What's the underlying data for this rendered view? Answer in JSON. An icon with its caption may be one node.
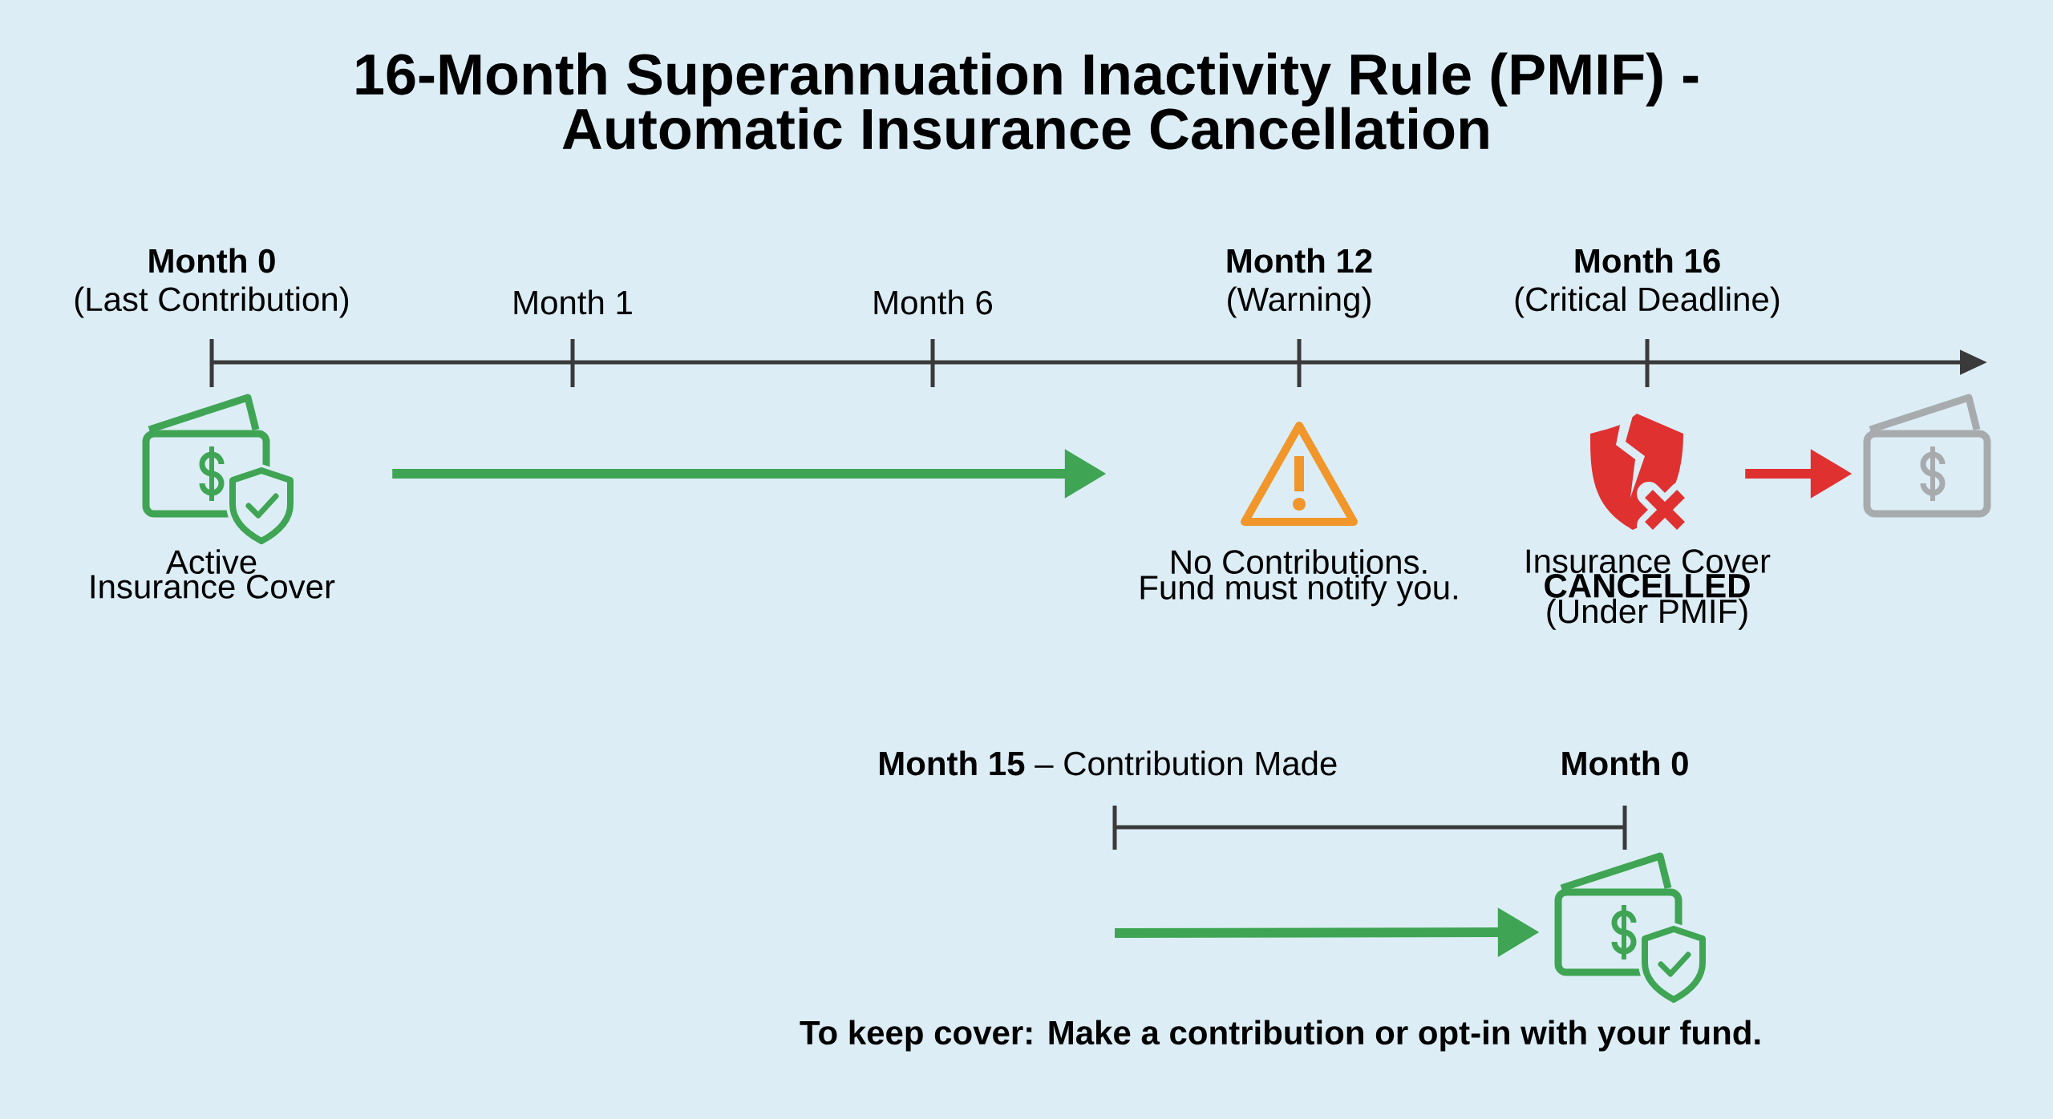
{
  "diagram": {
    "title": "16-Month Superannuation Inactivity Rule (PMIF) - Automatic Insurance Cancellation",
    "nodes": [
      {
        "text": [
          "Active Insurance Cover"
        ]
      },
      {
        "text": [
          "No Contributions. Fund must notify you."
        ]
      },
      {
        "text": [
          "Insurance Cover **CANCELLED** (Under PMIF)"
        ]
      },
      {
        "text": [],
        "shape": "picture"
      },
      {
        "text": [],
        "shape": "picture",
        "beside": [
          "To keep cover: Make a contribution or opt-in with your fund."
        ]
      }
    ],
    "edges": [
      {
        "from": 0,
        "to": 1,
        "arrow": "to"
      },
      {
        "from": 2,
        "to": 3,
        "arrow": "to",
        "color": "#e03131"
      },
      {
        "from": null,
        "to": 4,
        "arrow": "to"
      }
    ],
    "labels": [
      "Month 0",
      "(Last Contribution)",
      "Month 1",
      "Month 6",
      "Month 12",
      "(Warning)",
      "Month 16",
      "(Critical Deadline)",
      "**Month 15** – Contribution Made",
      "Month 0"
    ]
  }
}
